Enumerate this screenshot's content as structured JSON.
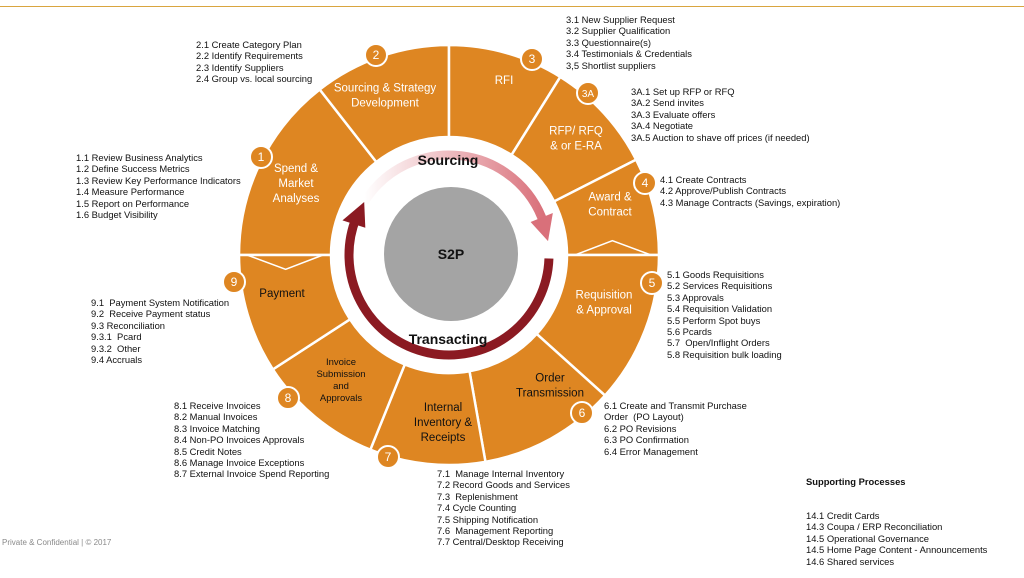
{
  "center": {
    "label": "S2P",
    "sourcing_label": "Sourcing",
    "transacting_label": "Transacting"
  },
  "colors": {
    "segment": "#de8622",
    "segment_border": "#ffffff",
    "badge": "#de8622",
    "center_circle": "#a4a4a4",
    "arrow_dark": "#8b1a22",
    "arrow_light": "#e7a0a6"
  },
  "segments": [
    {
      "number": "1",
      "label": [
        "Spend &",
        "Market",
        "Analyses"
      ]
    },
    {
      "number": "2",
      "label": [
        "Sourcing & Strategy",
        "Development"
      ]
    },
    {
      "number": "3",
      "label": [
        "RFI"
      ]
    },
    {
      "number": "3A",
      "label": [
        "RFP/ RFQ",
        "& or E-RA"
      ]
    },
    {
      "number": "4",
      "label": [
        "Award &",
        "Contract"
      ]
    },
    {
      "number": "5",
      "label": [
        "Requisition",
        "& Approval"
      ]
    },
    {
      "number": "6",
      "label": [
        "Order",
        "Transmission"
      ]
    },
    {
      "number": "7",
      "label": [
        "Internal",
        "Inventory &",
        "Receipts"
      ]
    },
    {
      "number": "8",
      "label": [
        "Invoice",
        "Submission",
        "and",
        "Approvals"
      ]
    },
    {
      "number": "9",
      "label": [
        "Payment"
      ]
    }
  ],
  "details": {
    "d1": [
      "1.1 Review Business Analytics",
      "1.2 Define Success Metrics",
      "1.3 Review Key Performance Indicators",
      "1.4 Measure Performance",
      "1.5 Report on Performance",
      "1.6 Budget Visibility"
    ],
    "d2": [
      "2.1 Create Category Plan",
      "2.2 Identify Requirements",
      "2.3 Identify Suppliers",
      "2.4 Group vs. local sourcing"
    ],
    "d3": [
      "3.1 New Supplier Request",
      "3.2 Supplier Qualification",
      "3.3 Questionnaire(s)",
      "3.4 Testimonials & Credentials",
      "3,5 Shortlist suppliers"
    ],
    "d3a": [
      "3A.1 Set up RFP or RFQ",
      "3A.2 Send invites",
      "3A.3 Evaluate offers",
      "3A.4 Negotiate",
      "3A.5 Auction to shave off prices (if needed)"
    ],
    "d4": [
      "4.1 Create Contracts",
      "4.2 Approve/Publish Contracts",
      "4.3 Manage Contracts (Savings, expiration)"
    ],
    "d5": [
      "5.1 Goods Requisitions",
      "5.2 Services Requisitions",
      "5.3 Approvals",
      "5.4 Requisition Validation",
      "5.5 Perform Spot buys",
      "5.6 Pcards",
      "5.7  Open/Inflight Orders",
      "5.8 Requisition bulk loading"
    ],
    "d6": [
      "6.1 Create and Transmit Purchase",
      "Order  (PO Layout)",
      "6.2 PO Revisions",
      "6.3 PO Confirmation",
      "6.4 Error Management"
    ],
    "d7": [
      "7.1  Manage Internal Inventory",
      "7.2 Record Goods and Services",
      "7.3  Replenishment",
      "7.4 Cycle Counting",
      "7.5 Shipping Notification",
      "7.6  Management Reporting",
      "7.7 Central/Desktop Receiving"
    ],
    "d8": [
      "8.1 Receive Invoices",
      "8.2 Manual Invoices",
      "8.3 Invoice Matching",
      "8.4 Non-PO Invoices Approvals",
      "8.5 Credit Notes",
      "8.6 Manage Invoice Exceptions",
      "8.7 External Invoice Spend Reporting"
    ],
    "d9": [
      "9.1  Payment System Notification",
      "9.2  Receive Payment status",
      "9.3 Reconciliation",
      "9.3.1  Pcard",
      "9.3.2  Other",
      "9.4 Accruals"
    ]
  },
  "supporting": {
    "title": "Supporting Processes",
    "items": [
      "14.1 Credit Cards",
      "14.3 Coupa / ERP Reconciliation",
      "14.5 Operational Governance",
      "14.5 Home Page Content - Announcements",
      "14.6 Shared services"
    ]
  },
  "footer": "Private & Confidential | © 2017"
}
